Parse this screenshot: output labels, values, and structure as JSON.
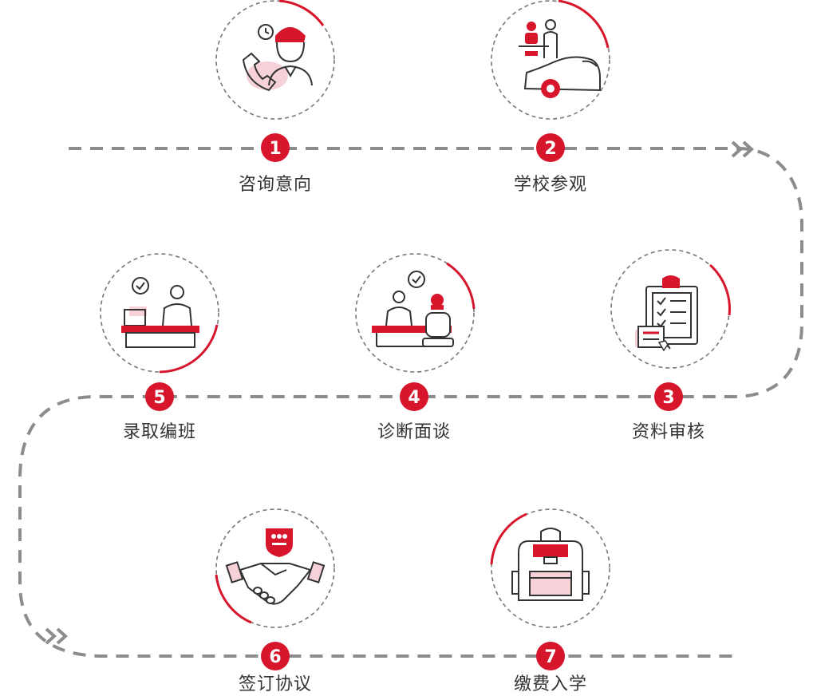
{
  "colors": {
    "accent": "#d7152b",
    "pink": "#f6d2d8",
    "line": "#999999",
    "icon": "#333333",
    "text": "#333333"
  },
  "steps": [
    {
      "num": "1",
      "label": "咨询意向",
      "icon": "consultation-phone-icon"
    },
    {
      "num": "2",
      "label": "学校参观",
      "icon": "campus-visit-car-icon"
    },
    {
      "num": "3",
      "label": "资料审核",
      "icon": "document-review-clipboard-icon"
    },
    {
      "num": "4",
      "label": "诊断面谈",
      "icon": "diagnostic-interview-icon"
    },
    {
      "num": "5",
      "label": "录取编班",
      "icon": "admission-placement-icon"
    },
    {
      "num": "6",
      "label": "签订协议",
      "icon": "sign-agreement-handshake-icon"
    },
    {
      "num": "7",
      "label": "缴费入学",
      "icon": "tuition-enrollment-backpack-icon"
    }
  ]
}
